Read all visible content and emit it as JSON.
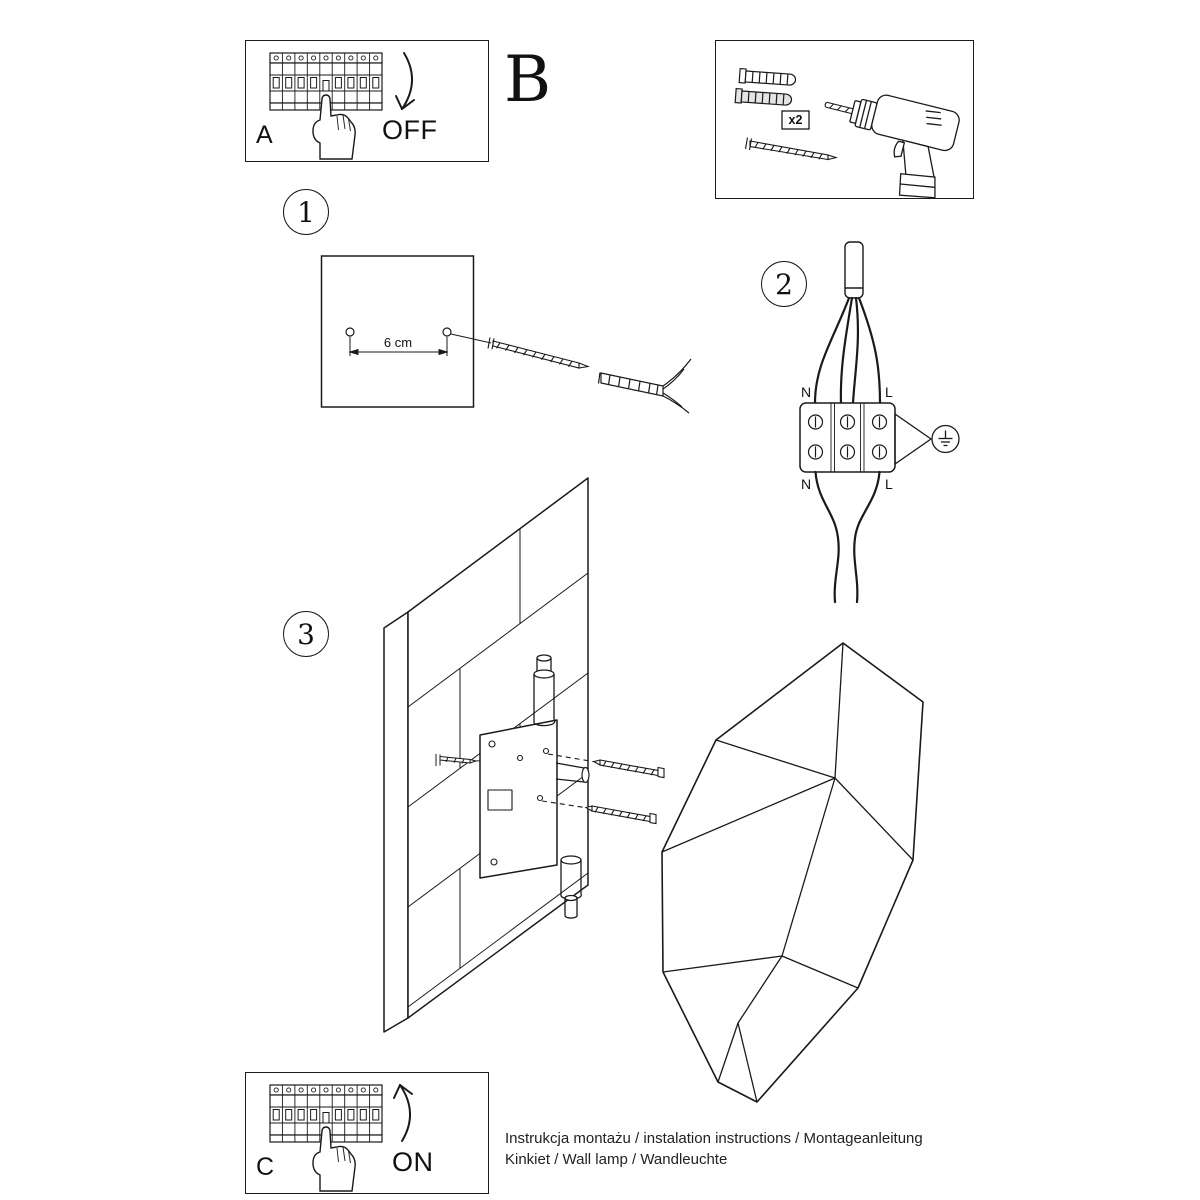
{
  "colors": {
    "ink": "#1a1a1a",
    "paper": "#ffffff"
  },
  "panel_a": {
    "label": "A",
    "action": "OFF"
  },
  "section_b": {
    "label": "B",
    "anchor_quantity": "x2"
  },
  "panel_c": {
    "label": "C",
    "action": "ON"
  },
  "steps": {
    "one": {
      "number": "1",
      "dimension_label": "6 cm"
    },
    "two": {
      "number": "2",
      "terminals": {
        "top_left": "N",
        "top_right": "L",
        "bottom_left": "N",
        "bottom_right": "L"
      }
    },
    "three": {
      "number": "3"
    }
  },
  "footer": {
    "line1": "Instrukcja montażu / instalation instructions / Montageanleitung",
    "line2": "Kinkiet / Wall lamp / Wandleuchte"
  }
}
